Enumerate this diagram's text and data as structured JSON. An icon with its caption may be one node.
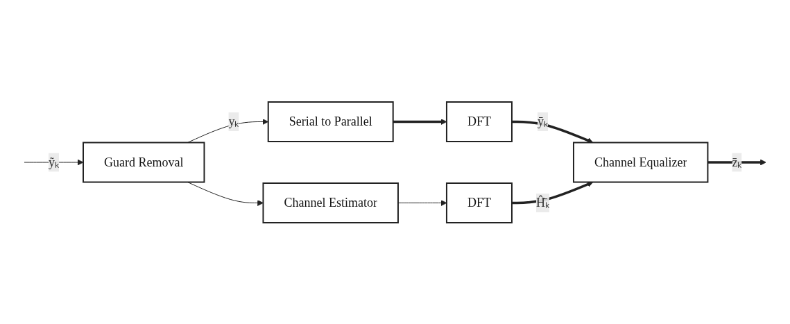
{
  "diagram": {
    "nodes": [
      {
        "text": [
          "Guard Removal"
        ]
      },
      {
        "text": [
          "Serial to Parallel"
        ]
      },
      {
        "text": [
          "DFT"
        ]
      },
      {
        "text": [
          "Channel Equalizer"
        ]
      },
      {
        "text": [
          "Channel Estimator"
        ]
      },
      {
        "text": [
          "DFT"
        ]
      }
    ],
    "edges": [
      {
        "from": null,
        "to": 0,
        "arrow": "to",
        "label": "ỹₖ"
      },
      {
        "from": 0,
        "to": 1,
        "arrow": "to",
        "label": "yₖ"
      },
      {
        "from": 0,
        "to": 4,
        "arrow": "to"
      },
      {
        "from": 1,
        "to": 2,
        "arrow": "to",
        "style": "thick"
      },
      {
        "from": 2,
        "to": 3,
        "arrow": "to",
        "style": "thick",
        "label": "ȳₖ"
      },
      {
        "from": 4,
        "to": 5,
        "arrow": "to"
      },
      {
        "from": 5,
        "to": 3,
        "arrow": "to",
        "style": "thick",
        "label": "Ĥ̄ₖ"
      },
      {
        "from": 3,
        "to": null,
        "arrow": "to",
        "style": "thick",
        "label": "z̄ₖ"
      }
    ]
  }
}
